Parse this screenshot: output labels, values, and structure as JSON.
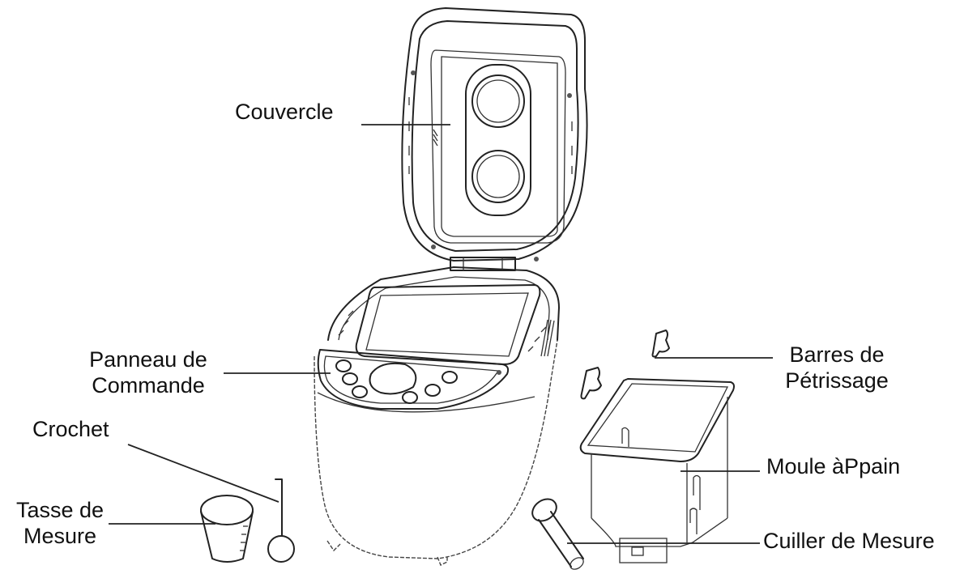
{
  "diagram": {
    "subject": "bread machine components",
    "labels": {
      "couvercle": "Couvercle",
      "panneau_line1": "Panneau de",
      "panneau_line2": "Commande",
      "crochet": "Crochet",
      "tasse_line1": "Tasse de",
      "tasse_line2": "Mesure",
      "barres_line1": "Barres de",
      "barres_line2": "Pétrissage",
      "moule": "Moule àPpain",
      "cuiller": "Cuiller de Mesure"
    },
    "colors": {
      "line": "#222222",
      "background": "#ffffff"
    }
  }
}
